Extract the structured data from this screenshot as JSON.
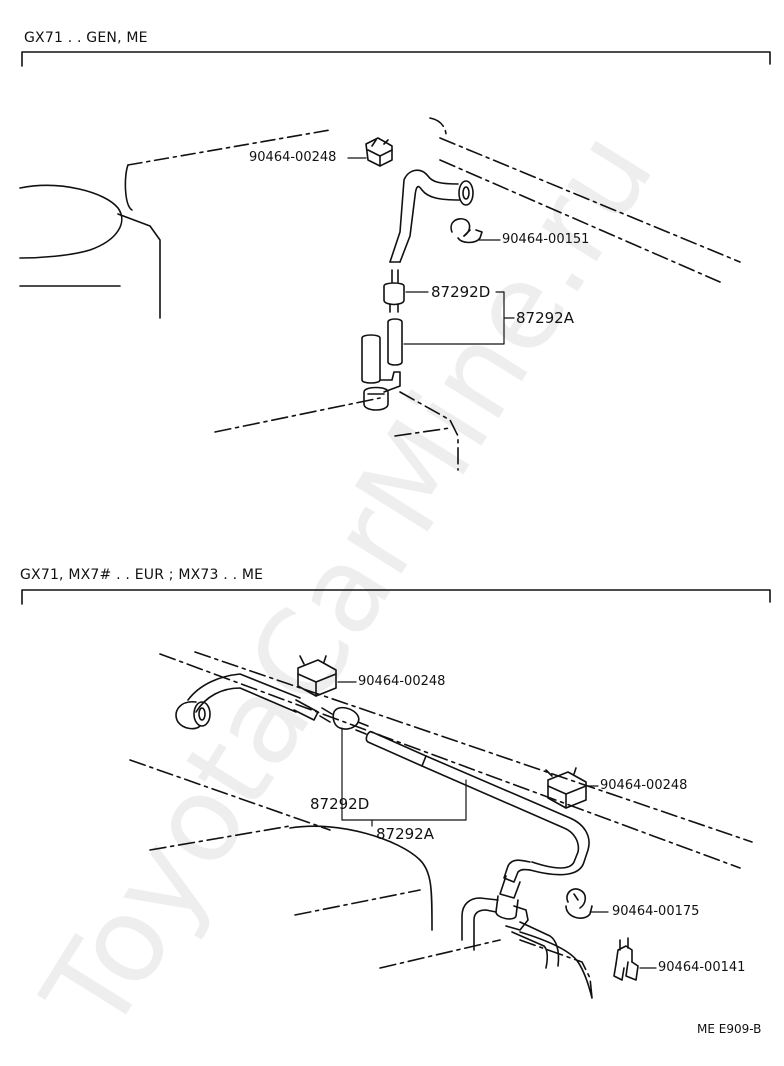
{
  "sections": [
    {
      "title": "GX71 . . GEN, ME",
      "callouts": [
        "90464-00248",
        "90464-00151",
        "87292D",
        "87292A"
      ]
    },
    {
      "title": "GX71, MX7# . . EUR ; MX73 . . ME",
      "callouts": [
        "90464-00248",
        "90464-00248",
        "87292D",
        "87292A",
        "90464-00175",
        "90464-00141"
      ]
    }
  ],
  "footer_code": "ME E909-B",
  "watermark": "ToyotaCarMine.ru"
}
